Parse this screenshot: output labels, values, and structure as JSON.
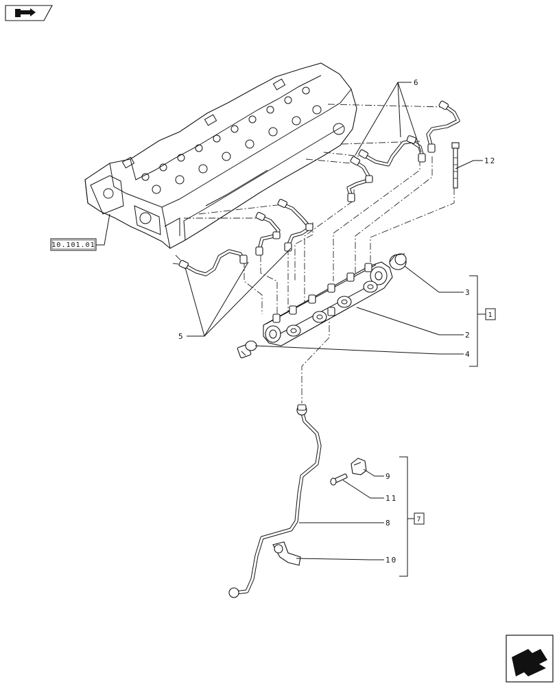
{
  "icons": {
    "top_left": "folder-arrow-icon",
    "bottom_right": "next-page-arrow-icon"
  },
  "labels": {
    "ref": "10.101.01",
    "assembly_1": "1",
    "assembly_7": "7",
    "p2": "2",
    "p3": "3",
    "p4": "4",
    "p5": "5",
    "p6": "6",
    "p8": "8",
    "p9": "9",
    "p10": "10",
    "p11": "11",
    "p12": "12"
  }
}
